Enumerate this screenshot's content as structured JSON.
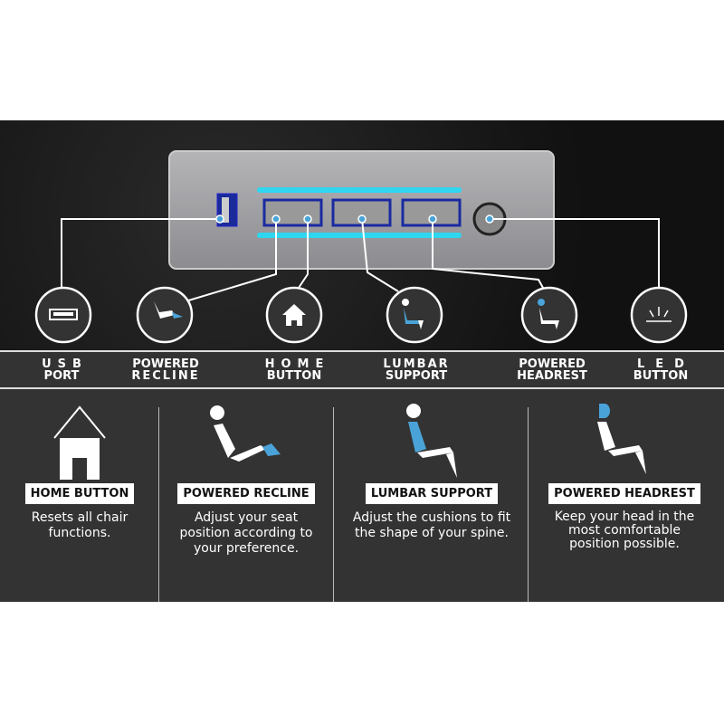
{
  "labels": [
    {
      "line1": "USB",
      "line2": "PORT"
    },
    {
      "line1": "POWERED",
      "line2": "RECLINE"
    },
    {
      "line1": "HOME",
      "line2": "BUTTON"
    },
    {
      "line1": "LUMBAR",
      "line2": "SUPPORT"
    },
    {
      "line1": "POWERED",
      "line2": "HEADREST"
    },
    {
      "line1": "LED",
      "line2": "BUTTON"
    }
  ],
  "cards": [
    {
      "title": "HOME BUTTON",
      "desc": "Resets all chair functions.",
      "icon": "home-icon"
    },
    {
      "title": "POWERED RECLINE",
      "desc": "Adjust your seat position according to your preference.",
      "icon": "recline-icon"
    },
    {
      "title": "LUMBAR SUPPORT",
      "desc": "Adjust the cushions to fit the shape of your spine.",
      "icon": "lumbar-icon"
    },
    {
      "title": "POWERED HEADREST",
      "desc": "Keep your head in the most comfortable position possible.",
      "icon": "headrest-icon"
    }
  ],
  "colors": {
    "accent": "#4aa3d8",
    "led": "#2fd6f0",
    "panel": "#333333"
  }
}
